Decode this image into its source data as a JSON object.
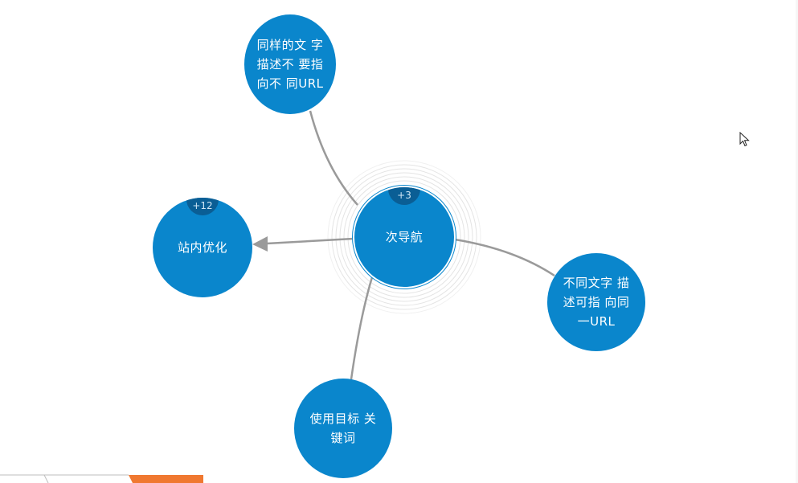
{
  "mindmap": {
    "center": {
      "label": "次导航",
      "badge": "+3"
    },
    "nodes": [
      {
        "id": "top",
        "label": "同样的文 字 描述不 要指 向不 同URL"
      },
      {
        "id": "left",
        "label": "站内优化",
        "badge": "+12"
      },
      {
        "id": "right",
        "label": "不同文字 描 述可指 向同 一URL"
      },
      {
        "id": "bottom",
        "label": "使用目标 关 键词"
      }
    ]
  },
  "colors": {
    "node": "#0a86cc",
    "badge": "#0a5e95",
    "link": "#9a9a9a",
    "accent_tab": "#f07830"
  },
  "cursor": {
    "icon": "arrow-pointer-icon"
  }
}
